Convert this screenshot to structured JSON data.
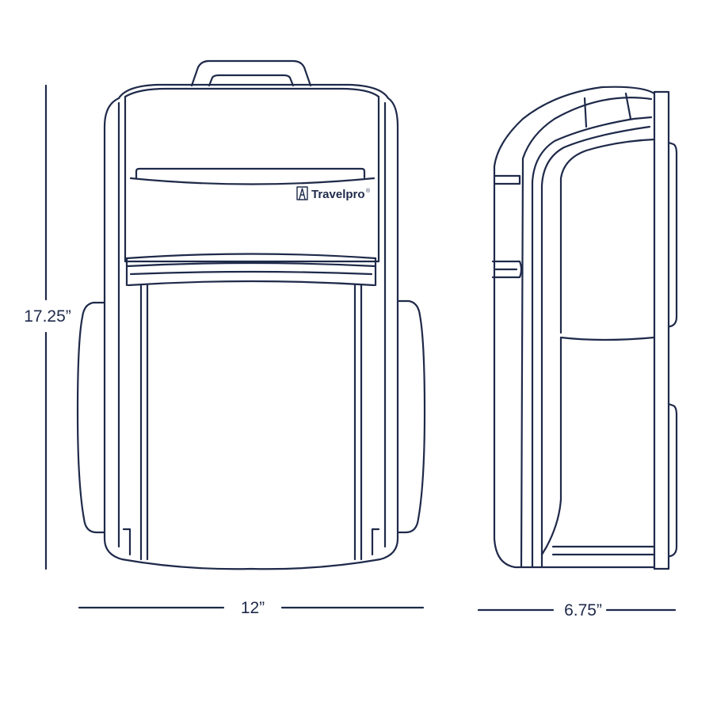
{
  "brand": {
    "name": "Travelpro",
    "registered_mark": "®"
  },
  "dimensions": {
    "height": "17.25”",
    "width": "12”",
    "depth": "6.75”"
  },
  "colors": {
    "stroke": "#1f2a4a",
    "background": "#ffffff"
  }
}
